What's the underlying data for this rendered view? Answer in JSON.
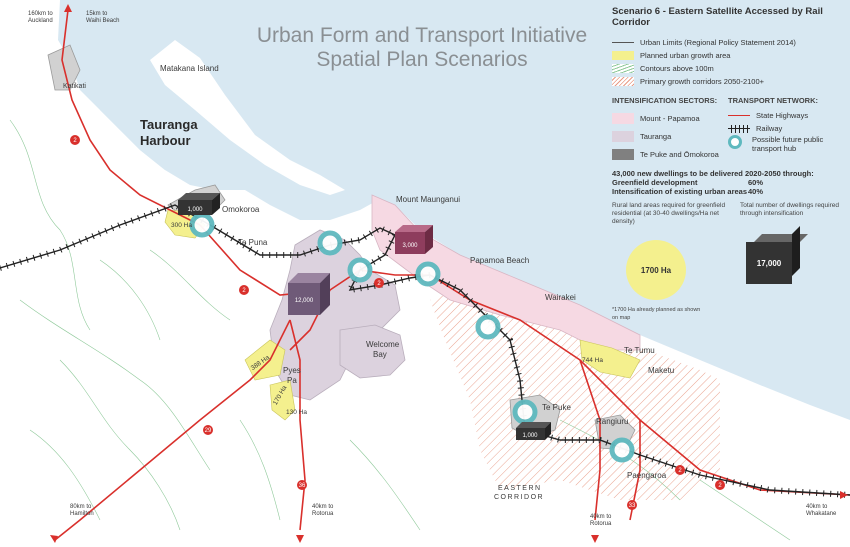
{
  "title": [
    "Urban Form and Transport Initiative",
    "Spatial Plan Scenarios"
  ],
  "legend": {
    "heading": "Scenario 6 - Eastern Satellite Accessed by Rail Corridor",
    "items": [
      {
        "label": "Urban Limits (Regional Policy Statement 2014)"
      },
      {
        "label": "Planned urban growth area"
      },
      {
        "label": "Contours above 100m"
      },
      {
        "label": "Primary growth corridors 2050-2100+"
      }
    ],
    "intensification_heading": "INTENSIFICATION SECTORS:",
    "sectors": [
      "Mount - Papamoa",
      "Tauranga",
      "Te Puke and Ōmokoroa"
    ],
    "transport_heading": "TRANSPORT NETWORK:",
    "transport": [
      "State Highways",
      "Railway",
      "Possible future public transport hub"
    ],
    "dwellings_line": "43,000 new dwellings to be delivered 2020-2050 through:",
    "split": [
      {
        "label": "Greenfield development",
        "value": "60%"
      },
      {
        "label": "Intensification of existing urban areas",
        "value": "40%"
      }
    ],
    "note_left": "Rural land areas required for greenfield residential (at 30-40 dwellings/Ha net density)",
    "note_right": "Total number of dwellings required through intensification",
    "circle_value": "1700 Ha",
    "circle_note": "*1700 Ha already planned as shown on map",
    "cube_value": "17,000"
  },
  "colors": {
    "sea": "#d8e8f2",
    "land": "#ffffff",
    "growth": "#f4f08e",
    "highway": "#d9302c",
    "mount_papamoa": "#f6d9e3",
    "tauranga": "#dcd2de",
    "te_puke": "#808080",
    "hub": "#5fb9bf",
    "hatch": "#e89b86"
  },
  "places": {
    "matakana": "Matakana Island",
    "katikati": "Katikati",
    "harbour": [
      "Tauranga",
      "Harbour"
    ],
    "omokoroa": "Omokoroa",
    "te_puna": "Te Puna",
    "mount": "Mount Maunganui",
    "papamoa": "Papamoa Beach",
    "wairakei": "Wairakei",
    "te_tumu": "Te Tumu",
    "maketu": "Maketu",
    "welcome_bay": [
      "Welcome",
      "Bay"
    ],
    "pyes_pa": [
      "Pyes",
      "Pa"
    ],
    "te_puke": "Te Puke",
    "rangiuru": "Rangiuru",
    "paengaroa": "Paengaroa",
    "eastern_corridor": [
      "EASTERN",
      "CORRIDOR"
    ]
  },
  "areas": {
    "omokoroa": "300 Ha",
    "pyes": "388 Ha",
    "tauriko": "170 Ha",
    "tauriko2": "130 Ha",
    "te_tumu": "744 Ha"
  },
  "cubes": {
    "omokoroa": "1,000",
    "mount": "3,000",
    "tauranga": "12,000",
    "te_puke": "1,000"
  },
  "highway_labels": [
    "2",
    "2",
    "2",
    "29",
    "36",
    "33",
    "2",
    "2"
  ],
  "destinations": {
    "auckland": [
      "160km to",
      "Auckland"
    ],
    "waihi": [
      "15km to",
      "Waihi Beach"
    ],
    "hamilton": [
      "80km to",
      "Hamilton"
    ],
    "rotorua_w": [
      "40km to",
      "Rotorua"
    ],
    "rotorua_e": [
      "40km to",
      "Rotorua"
    ],
    "whakatane": [
      "40km to",
      "Whakatane"
    ]
  }
}
